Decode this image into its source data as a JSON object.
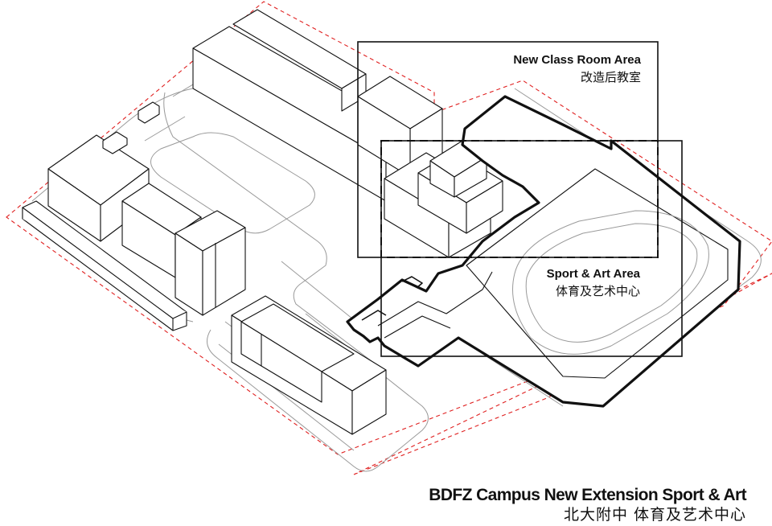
{
  "labels": {
    "classroom_en": "New Class Room Area",
    "classroom_cn": "改造后教室",
    "sport_en": "Sport & Art Area",
    "sport_cn": "体育及艺术中心"
  },
  "title": {
    "english": "BDFZ Campus New Extension Sport & Art",
    "chinese": "北大附中 体育及艺术中心"
  },
  "colors": {
    "ink": "#111111",
    "boundary": "#e02020",
    "road": "#9a9a9a",
    "background": "#ffffff"
  }
}
